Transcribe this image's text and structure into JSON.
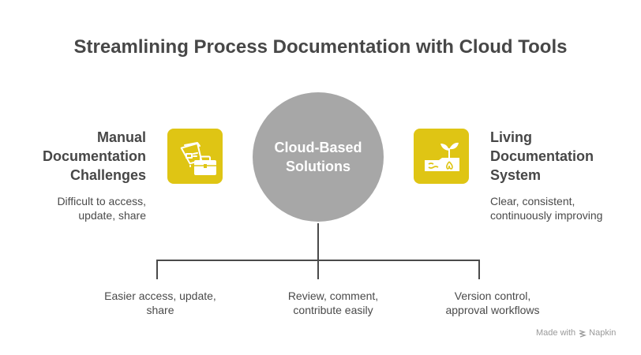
{
  "title": "Streamlining Process Documentation with Cloud Tools",
  "center": {
    "label": "Cloud-Based Solutions",
    "color": "#a7a7a7"
  },
  "left": {
    "title": "Manual Documentation Challenges",
    "title_lines": [
      "Manual",
      "Documentation",
      "Challenges"
    ],
    "desc_lines": [
      "Difficult to access,",
      "update, share"
    ],
    "icon": "documents-briefcase-icon",
    "icon_color": "#dfc514"
  },
  "right": {
    "title_lines": [
      "Living",
      "Documentation",
      "System"
    ],
    "desc_lines": [
      "Clear, consistent,",
      "continuously improving"
    ],
    "icon": "sprout-soil-icon",
    "icon_color": "#dfc514"
  },
  "branches": [
    {
      "lines": [
        "Easier access, update,",
        "share"
      ]
    },
    {
      "lines": [
        "Review, comment,",
        "contribute easily"
      ]
    },
    {
      "lines": [
        "Version control,",
        "approval workflows"
      ]
    }
  ],
  "watermark": {
    "prefix": "Made with",
    "brand": "Napkin"
  }
}
